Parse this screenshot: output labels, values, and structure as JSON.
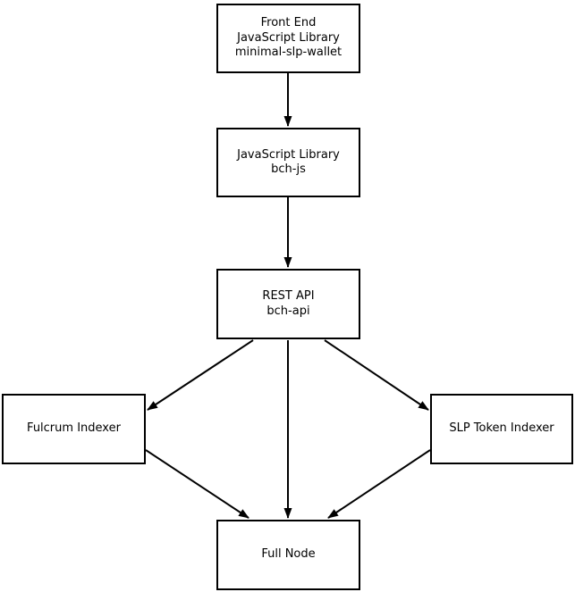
{
  "diagram": {
    "type": "flowchart",
    "background_color": "#ffffff",
    "node_border_color": "#000000",
    "node_fill_color": "#ffffff",
    "edge_color": "#000000",
    "text_color": "#000000",
    "nodes": [
      {
        "id": "front-end",
        "lines": [
          "Front End",
          "JavaScript Library",
          "minimal-slp-wallet"
        ]
      },
      {
        "id": "bch-js",
        "lines": [
          "JavaScript Library",
          "bch-js"
        ]
      },
      {
        "id": "bch-api",
        "lines": [
          "REST API",
          "bch-api"
        ]
      },
      {
        "id": "fulcrum-indexer",
        "lines": [
          "Fulcrum Indexer"
        ]
      },
      {
        "id": "slp-token-indexer",
        "lines": [
          "SLP Token Indexer"
        ]
      },
      {
        "id": "full-node",
        "lines": [
          "Full Node"
        ]
      }
    ],
    "edges": [
      {
        "from": "front-end",
        "to": "bch-js"
      },
      {
        "from": "bch-js",
        "to": "bch-api"
      },
      {
        "from": "bch-api",
        "to": "fulcrum-indexer"
      },
      {
        "from": "bch-api",
        "to": "full-node"
      },
      {
        "from": "bch-api",
        "to": "slp-token-indexer"
      },
      {
        "from": "fulcrum-indexer",
        "to": "full-node"
      },
      {
        "from": "slp-token-indexer",
        "to": "full-node"
      }
    ]
  }
}
